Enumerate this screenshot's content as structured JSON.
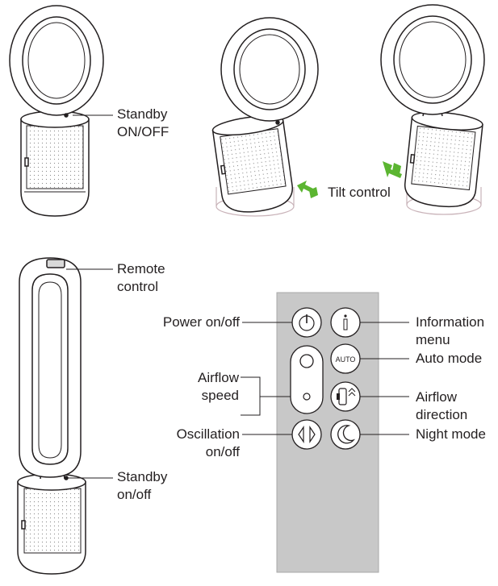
{
  "labels": {
    "standby_top": [
      "Standby",
      "ON/OFF"
    ],
    "tilt_control": "Tilt control",
    "remote_control": [
      "Remote",
      "control"
    ],
    "standby_bottom": [
      "Standby",
      "on/off"
    ],
    "power": "Power on/off",
    "airflow_speed": [
      "Airflow",
      "speed"
    ],
    "oscillation": [
      "Oscillation",
      "on/off"
    ],
    "information": [
      "Information",
      "menu"
    ],
    "auto_mode": "Auto mode",
    "airflow_direction": [
      "Airflow",
      "direction"
    ],
    "night_mode": "Night mode"
  },
  "remote": {
    "auto_button_text": "AUTO"
  },
  "colors": {
    "line": "#231f20",
    "remote_body": "#c8c8c8",
    "arrow_green": "#5bb531",
    "device_ghost": "#c9b3b9"
  }
}
